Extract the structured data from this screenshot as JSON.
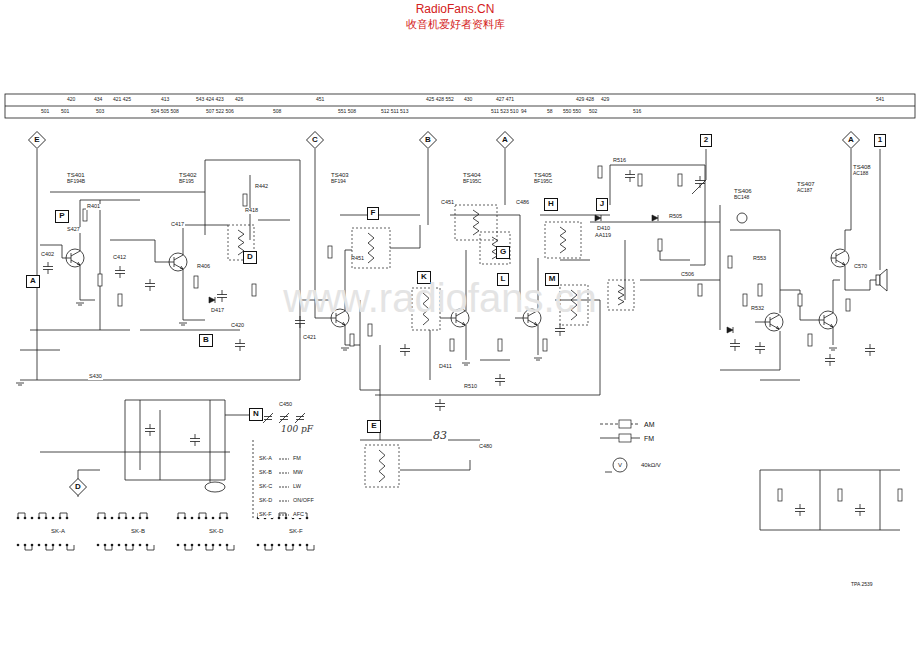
{
  "diagram": {
    "nodes": [
      {
        "text": [
          "E"
        ]
      },
      {
        "text": [
          "C"
        ]
      },
      {
        "text": [
          "B"
        ]
      },
      {
        "text": [
          "A"
        ]
      },
      {
        "text": [
          "2"
        ]
      },
      {
        "text": [
          "A"
        ]
      },
      {
        "text": [
          "1"
        ]
      },
      {
        "text": [
          "H"
        ]
      },
      {
        "text": [
          "J"
        ]
      },
      {
        "text": [
          "F"
        ]
      },
      {
        "text": [
          "P"
        ]
      },
      {
        "text": [
          "G"
        ]
      },
      {
        "text": [
          "D"
        ]
      },
      {
        "text": [
          "K"
        ]
      },
      {
        "text": [
          "L"
        ]
      },
      {
        "text": [
          "M"
        ]
      },
      {
        "text": [
          "A"
        ]
      },
      {
        "text": [
          "B"
        ]
      },
      {
        "text": [
          "N"
        ]
      },
      {
        "text": [
          "E"
        ]
      },
      {
        "text": [
          "D"
        ]
      }
    ],
    "labels": [
      "RadioFans.CN",
      "收音机爱好者资料库",
      "420",
      "434",
      "421 425",
      "413",
      "543 424 423",
      "426",
      "451",
      "425 428 552",
      "430",
      "427 471",
      "429 428",
      "429",
      "541",
      "501",
      "501",
      "503",
      "504 505 508",
      "507 522 506",
      "508",
      "551 508",
      "512 511 513",
      "511 523 510",
      "94",
      "58",
      "550 550",
      "502",
      "516",
      "TS401",
      "BF194B",
      "TS402",
      "BF195",
      "TS403",
      "BF194",
      "TS404",
      "BF195C",
      "TS405",
      "BF195C",
      "TS406",
      "BC148",
      "TS407",
      "AC187",
      "TS408",
      "AC188",
      "R401",
      "S427",
      "C402",
      "C412",
      "C417",
      "R406",
      "D417",
      "C420",
      "R442",
      "R418",
      "C421",
      "R451",
      "C451",
      "C486",
      "R516",
      "D410",
      "AA119",
      "R505",
      "C506",
      "R553",
      "R532",
      "C570",
      "S430",
      "D411",
      "R510",
      "C480",
      "C450",
      "100 pF",
      "83",
      "SK-A",
      "FM",
      "SK-B",
      "MW",
      "SK-C",
      "LW",
      "SK-D",
      "ON/OFF",
      "SK-F",
      "AFC",
      "SK-A",
      "SK-B",
      "SK-D",
      "SK-F",
      "V",
      "V",
      "V",
      "40kΩ/V",
      "TPA 2539",
      "www.radiofans.cn"
    ],
    "legend": [
      {
        "text": "AM"
      },
      {
        "text": "FM"
      }
    ]
  }
}
